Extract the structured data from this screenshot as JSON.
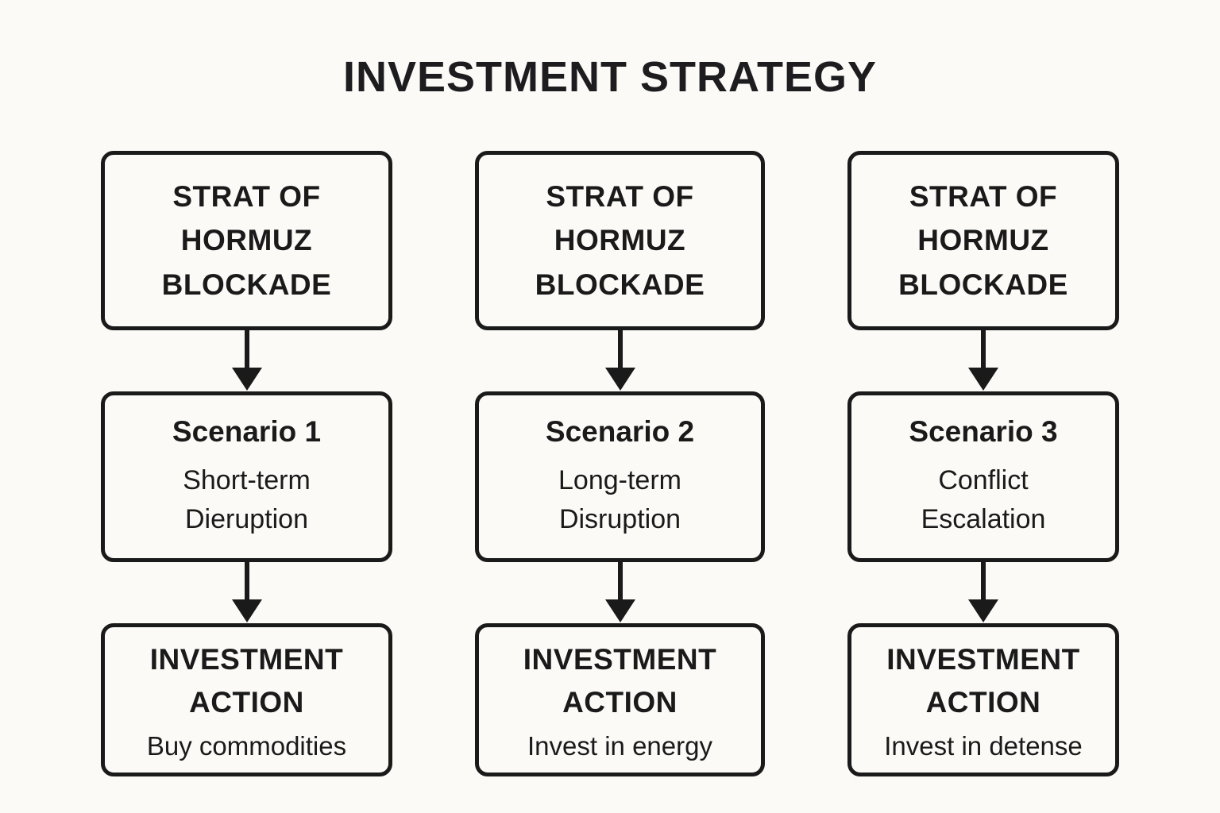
{
  "title": "INVESTMENT STRATEGY",
  "colors": {
    "text": "#1a1a1a",
    "box_border": "#1a1a1a",
    "background": "#fbfaf7"
  },
  "columns": [
    {
      "source": "STRAT OF\nHORMUZ\nBLOCKADE",
      "scenario_title": "Scenario 1",
      "scenario_desc": "Short-term\nDieruption",
      "action_title": "INVESTMENT\nACTION",
      "action_desc": "Buy commodities"
    },
    {
      "source": "STRAT OF\nHORMUZ\nBLOCKADE",
      "scenario_title": "Scenario 2",
      "scenario_desc": "Long-term\nDisruption",
      "action_title": "INVESTMENT\nACTION",
      "action_desc": "Invest in energy"
    },
    {
      "source": "STRAT OF\nHORMUZ\nBLOCKADE",
      "scenario_title": "Scenario 3",
      "scenario_desc": "Conflict\nEscalation",
      "action_title": "INVESTMENT\nACTION",
      "action_desc": "Invest in detense"
    }
  ]
}
